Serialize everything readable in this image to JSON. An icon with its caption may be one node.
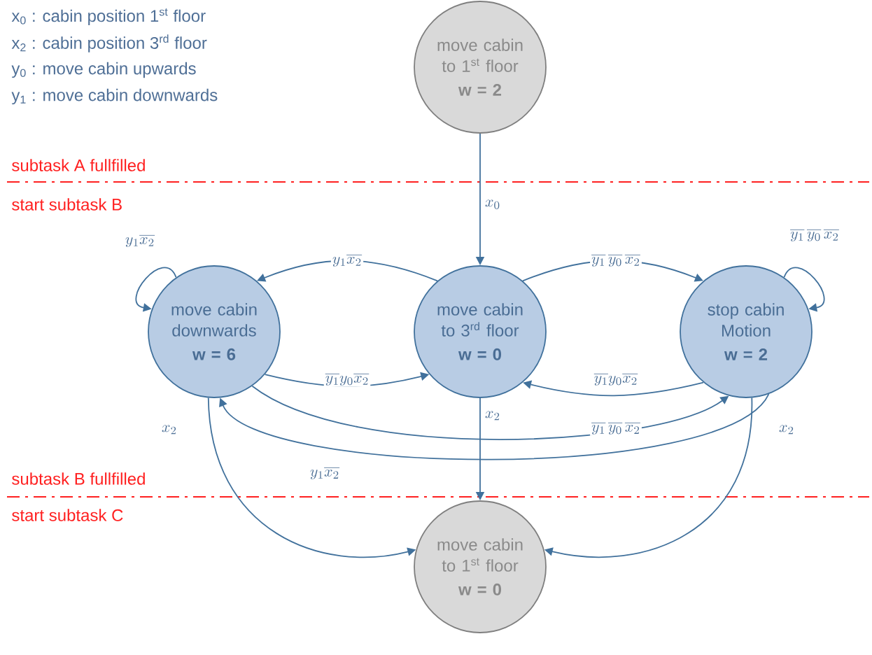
{
  "diagram": {
    "nodes": [
      {
        "text": [
          "move cabin to 1$^{st}$ floor",
          "w = 2"
        ]
      },
      {
        "text": [
          "move cabin downwards",
          "w = 6"
        ]
      },
      {
        "text": [
          "move cabin to 3$^{rd}$ floor",
          "w = 0"
        ]
      },
      {
        "text": [
          "stop cabin Motion",
          "w = 2"
        ]
      },
      {
        "text": [
          "move cabin to 1$^{st}$ floor",
          "w = 0"
        ]
      }
    ],
    "edges": [
      {
        "from": 0,
        "to": 2,
        "arrow": "to",
        "label": "x_0"
      },
      {
        "from": 1,
        "to": 1,
        "arrow": "to",
        "label": "y_1\\overline{x_2}"
      },
      {
        "from": 2,
        "to": 1,
        "arrow": "to",
        "label": "y_1\\overline{x_2}"
      },
      {
        "from": 1,
        "to": 2,
        "arrow": "to",
        "label": "\\overline{y_1}y_0\\overline{x_2}"
      },
      {
        "from": 2,
        "to": 3,
        "arrow": "to",
        "label": "\\overline{y_1}\\,\\overline{y_0}\\,\\overline{x_2}"
      },
      {
        "from": 3,
        "to": 2,
        "arrow": "to",
        "label": "\\overline{y_1}y_0\\overline{x_2}"
      },
      {
        "from": 3,
        "to": 3,
        "arrow": "to",
        "label": "\\overline{y_1}\\,\\overline{y_0}\\,\\overline{x_2}"
      },
      {
        "from": 1,
        "to": 3,
        "arrow": "to",
        "label": "\\overline{y_1}\\,\\overline{y_0}\\,\\overline{x_2}"
      },
      {
        "from": 3,
        "to": 1,
        "arrow": "to",
        "label": "y_1\\overline{x_2}"
      },
      {
        "from": 1,
        "to": 4,
        "arrow": "to",
        "label": "x_2"
      },
      {
        "from": 2,
        "to": 4,
        "arrow": "to",
        "label": "x_2"
      },
      {
        "from": 3,
        "to": 4,
        "arrow": "to",
        "label": "x_2"
      }
    ],
    "labels": [
      "x$_{0}$ : cabin position 1$^{st}$ floor",
      "x$_{2}$ : cabin position 3$^{rd}$ floor",
      "y$_{0}$ : move cabin upwards",
      "y$_{1}$ : move cabin downwards",
      "subtask A fullfilled",
      "start subtask B",
      "subtask B fullfilled",
      "start subtask C"
    ]
  }
}
